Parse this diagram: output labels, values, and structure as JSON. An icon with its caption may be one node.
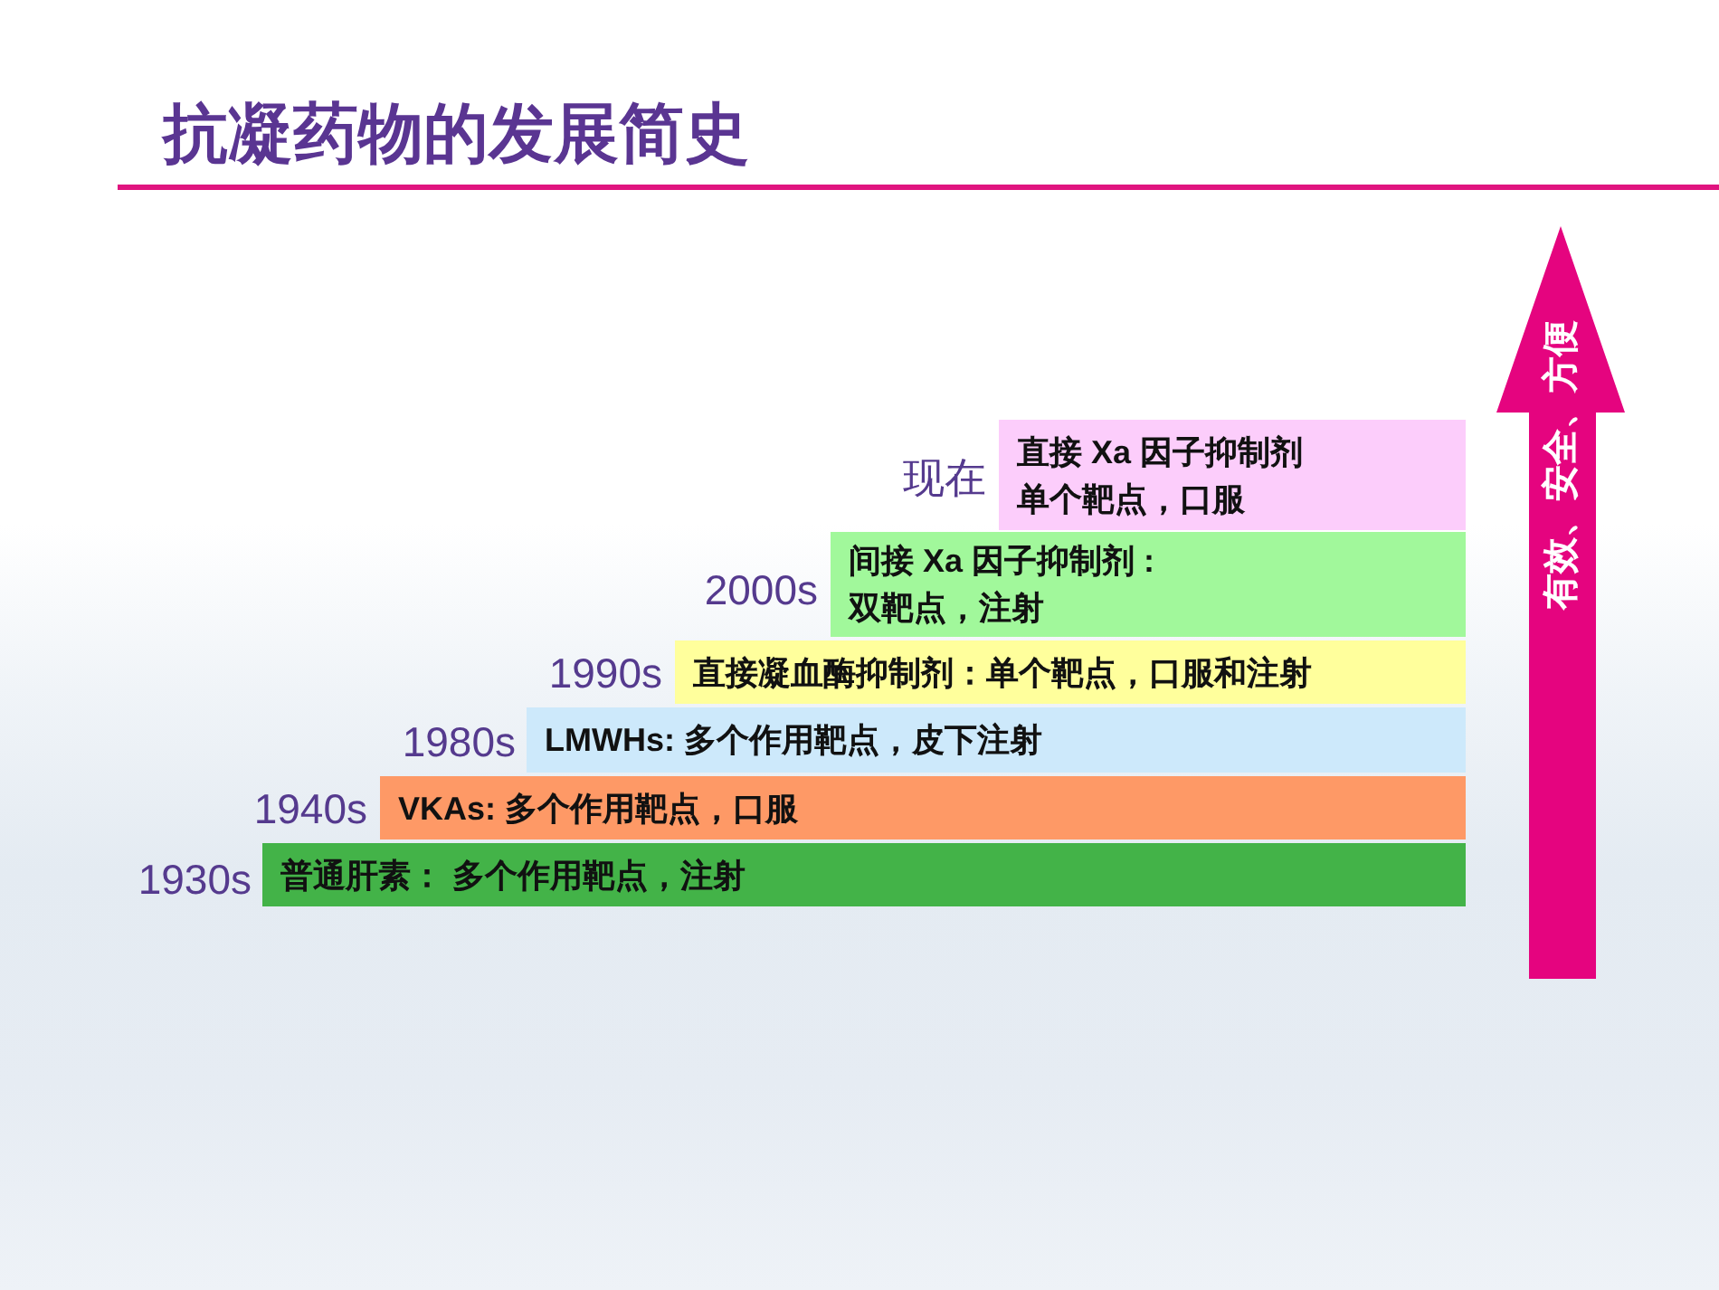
{
  "diagram": {
    "title": "抗凝药物的发展简史",
    "nodes": [
      {
        "text": [
          "直接 Xa 因子抑制剂",
          "单个靶点，口服"
        ],
        "beside": [
          "现在"
        ]
      },
      {
        "text": [
          "间接 Xa 因子抑制剂 :",
          "双靶点，注射"
        ],
        "beside": [
          "2000s"
        ]
      },
      {
        "text": [
          "直接凝血酶抑制剂：单个靶点，口服和注射"
        ],
        "beside": [
          "1990s"
        ]
      },
      {
        "text": [
          "LMWHs: 多个作用靶点，皮下注射"
        ],
        "beside": [
          "1980s"
        ]
      },
      {
        "text": [
          "VKAs: 多个作用靶点，口服"
        ],
        "beside": [
          "1940s"
        ]
      },
      {
        "text": [
          "普通肝素： 多个作用靶点，注射"
        ],
        "beside": [
          "1930s"
        ]
      },
      {
        "text": [
          "有效、安全、方便"
        ]
      }
    ]
  }
}
